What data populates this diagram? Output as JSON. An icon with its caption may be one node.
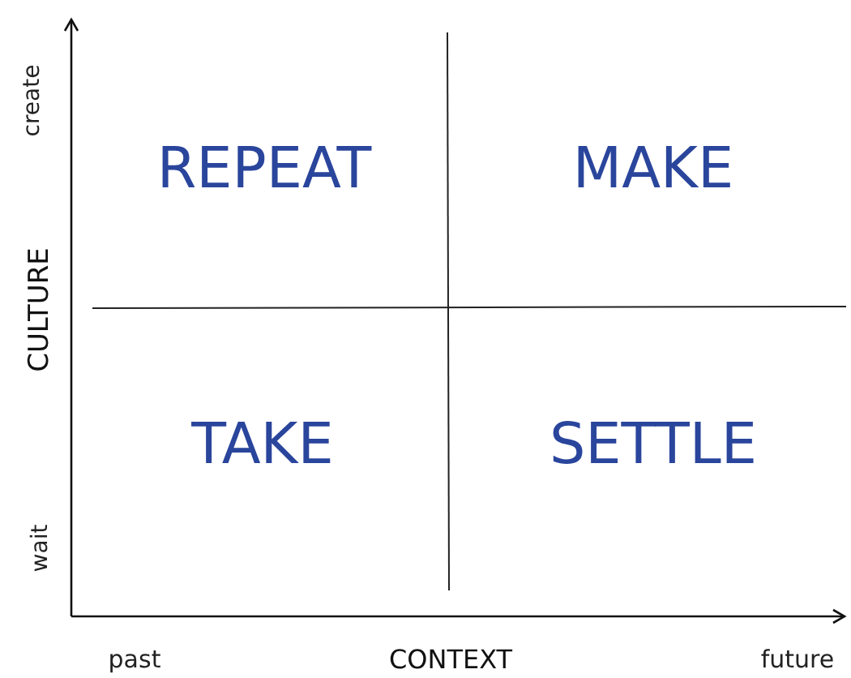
{
  "diagram": {
    "labels": [
      "create",
      "REPEAT",
      "MAKE",
      "CULTURE",
      "TAKE",
      "SETTLE",
      "wait",
      "past",
      "CONTEXT",
      "future"
    ]
  }
}
